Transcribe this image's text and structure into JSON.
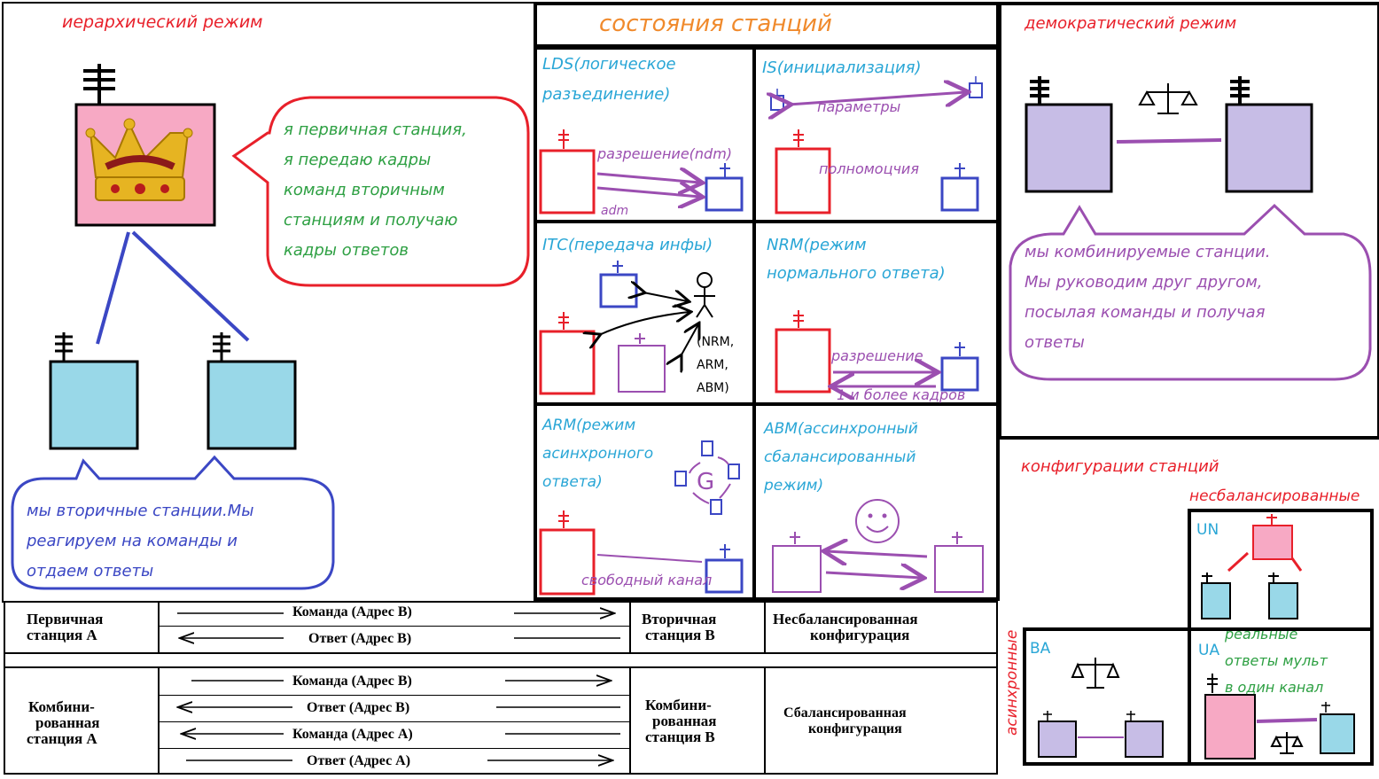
{
  "hier": {
    "title": "иерархический режим",
    "primary_bubble": [
      "я первичная станция,",
      "я передаю кадры",
      "команд вторичным",
      "станциям и получаю",
      "кадры ответов"
    ],
    "secondary_bubble": [
      "мы вторичные станции.Мы",
      "реагируем на команды и",
      "отдаем ответы"
    ]
  },
  "states": {
    "title": "состояния станций",
    "lds": {
      "title1": "LDS(логическое",
      "title2": "разъединение)",
      "arrow1": "разрешение(ndm)",
      "arrow2": "adm"
    },
    "is": {
      "title": "IS(инициализация)",
      "arrow1": "параметры",
      "arrow2": "полномоцчия"
    },
    "itc": {
      "title": "ITC(передача инфы)",
      "note1": "(NRM,",
      "note2": "ARM,",
      "note3": "ABM)"
    },
    "nrm": {
      "title1": "NRM(режим",
      "title2": "нормального ответа)",
      "arrow1": "разрешение",
      "arrow2": "1 и более кадров"
    },
    "arm": {
      "title1": "ARM(режим",
      "title2": "асинхронного",
      "title3": "ответа)",
      "arrow": "свободный канал"
    },
    "abm": {
      "title1": "ABM(ассинхронный",
      "title2": "сбалансированный",
      "title3": "режим)"
    }
  },
  "demo": {
    "title": "демократический режим",
    "bubble": [
      "мы комбинируемые станции.",
      "Мы руководим друг другом,",
      "посылая команды и получая",
      "ответы"
    ]
  },
  "config": {
    "title": "конфигурации станций",
    "unbalanced": "несбалансированные",
    "async_label": "асинхронные",
    "un": "UN",
    "ba": "BA",
    "ua": "UA",
    "ua_note": [
      "реальные",
      "ответы мульт",
      "в один канал"
    ]
  },
  "table": {
    "primary_a": [
      "Первичная",
      "станция А"
    ],
    "cmd_b": "Команда (Адрес В)",
    "resp_b": "Ответ (Адрес В)",
    "secondary_b": [
      "Вторичная",
      "станция В"
    ],
    "unbalanced_conf": [
      "Несбалансированная",
      "конфигурация"
    ],
    "combined_a": [
      "Комбини-",
      "рованная",
      "станция А"
    ],
    "cmd_a": "Команда (Адрес А)",
    "resp_a": "Ответ (Адрес А)",
    "combined_b": [
      "Комбини-",
      "рованная",
      "станция В"
    ],
    "balanced_conf": [
      "Сбалансированная",
      "конфигурация"
    ]
  },
  "colors": {
    "red": "#e8202a",
    "blue": "#3b47c4",
    "purple": "#9b4fb0",
    "cyan": "#29a6d6",
    "green": "#2ea043",
    "orange": "#f08a2c",
    "pink": "#f7a9c4",
    "lightblue": "#99d8e8",
    "lavender": "#c7bde6"
  }
}
